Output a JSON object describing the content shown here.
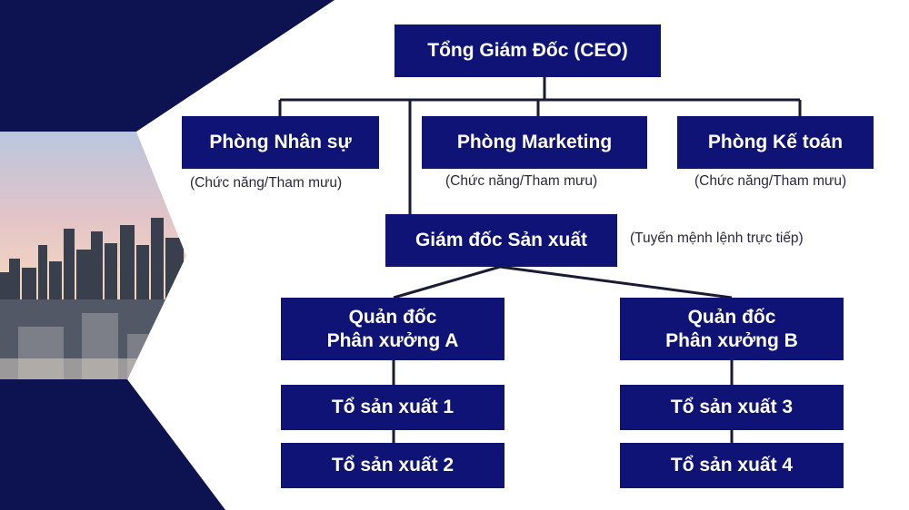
{
  "colors": {
    "box": "#0e1375",
    "navy": "#0c1350",
    "line": "#1a1a33"
  },
  "org": {
    "ceo": "Tổng Giám Đốc (CEO)",
    "hr": "Phòng Nhân sự",
    "marketing": "Phòng Marketing",
    "accounting": "Phòng Kế toán",
    "staff_note": "(Chức năng/Tham mưu)",
    "production_director": "Giám đốc Sản xuất",
    "line_note": "(Tuyến mệnh lệnh trực tiếp)",
    "foreman_a": "Quản đốc\nPhân xưởng A",
    "foreman_b": "Quản đốc\nPhân xưởng B",
    "team1": "Tổ sản xuất 1",
    "team2": "Tổ sản xuất 2",
    "team3": "Tổ sản xuất 3",
    "team4": "Tổ sản xuất 4"
  }
}
